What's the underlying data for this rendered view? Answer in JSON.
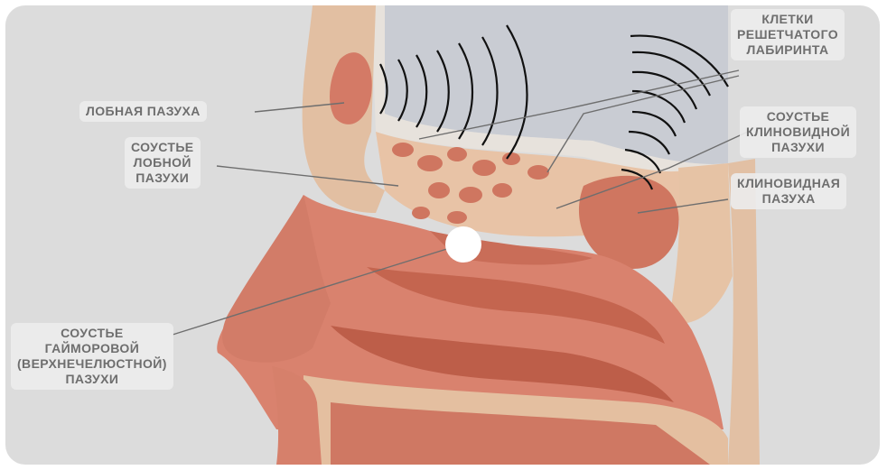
{
  "labels": {
    "frontal_sinus": "ЛОБНАЯ ПАЗУХА",
    "frontal_ostium": [
      "СОУСТЬЕ",
      "ЛОБНОЙ",
      "ПАЗУХИ"
    ],
    "ethmoid_cells": [
      "КЛЕТКИ",
      "РЕШЕТЧАТОГО",
      "ЛАБИРИНТА"
    ],
    "sphenoid_ostium": [
      "СОУСТЬЕ",
      "КЛИНОВИДНОЙ",
      "ПАЗУХИ"
    ],
    "sphenoid_sinus": [
      "КЛИНОВИДНАЯ",
      "ПАЗУХА"
    ],
    "maxillary_ostium": [
      "СОУСТЬЕ",
      "ГАЙМОРОВОЙ",
      "(ВЕРХНЕЧЕЛЮСТНОЙ)",
      "ПАЗУХИ"
    ]
  },
  "colors": {
    "background": "#dcdcdc",
    "tissue": "#d9826e",
    "tissue_dark": "#b8614f",
    "bone": "#e9c7a8",
    "label_text": "#6e6e6e"
  }
}
